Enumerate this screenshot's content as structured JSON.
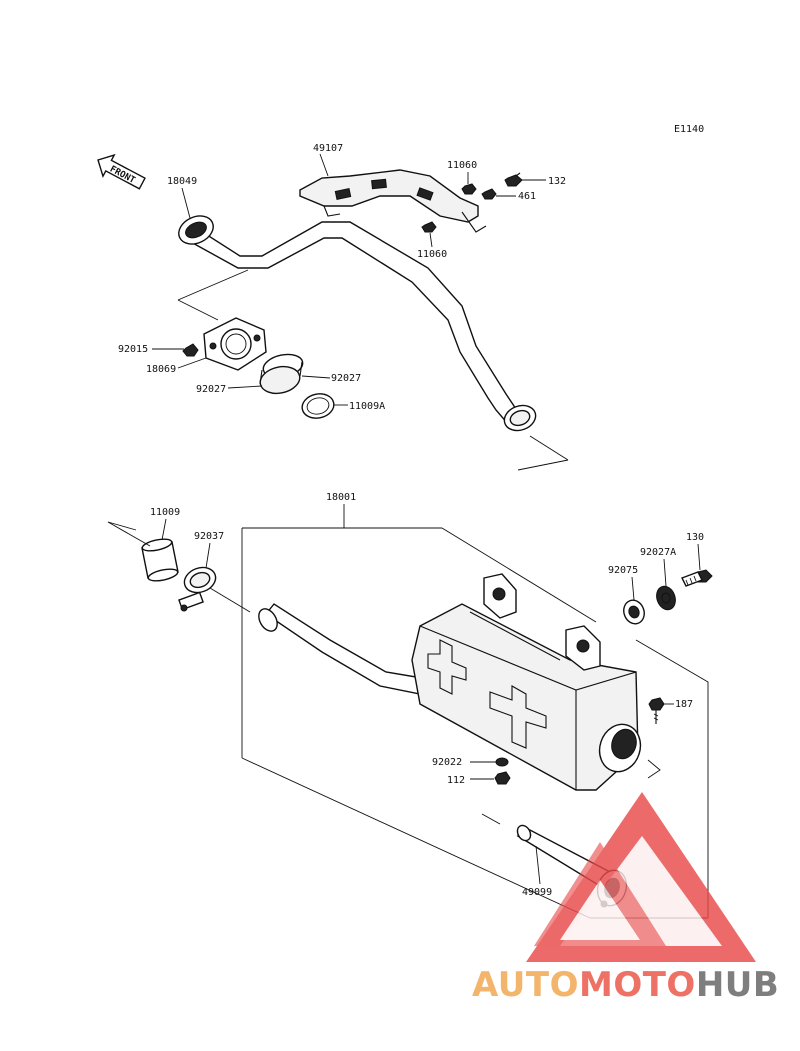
{
  "diagram": {
    "code": "E1140",
    "front_label": "FRONT",
    "parts": [
      {
        "id": "49107"
      },
      {
        "id": "11060"
      },
      {
        "id": "132"
      },
      {
        "id": "461"
      },
      {
        "id": "11060"
      },
      {
        "id": "18049"
      },
      {
        "id": "92015"
      },
      {
        "id": "18069"
      },
      {
        "id": "92027"
      },
      {
        "id": "92027"
      },
      {
        "id": "11009A"
      },
      {
        "id": "18001"
      },
      {
        "id": "11009"
      },
      {
        "id": "92037"
      },
      {
        "id": "130"
      },
      {
        "id": "92027A"
      },
      {
        "id": "92075"
      },
      {
        "id": "187"
      },
      {
        "id": "92022"
      },
      {
        "id": "112"
      },
      {
        "id": "49099"
      }
    ]
  },
  "watermark": {
    "part1": "AUTO",
    "part2": "MOTO",
    "part3": "HUB",
    "colors": {
      "auto": "#f3b56b",
      "moto": "#ee7166",
      "hub": "#7e7e7e",
      "triangle": "#e84a4a"
    }
  }
}
